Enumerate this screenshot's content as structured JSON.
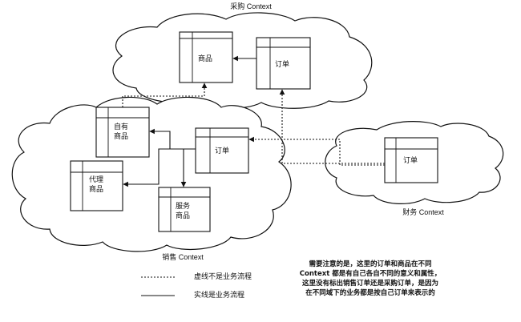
{
  "contexts": {
    "purchase": {
      "label": "采购 Context",
      "items": {
        "product": "商品",
        "order": "订单"
      }
    },
    "sales": {
      "label": "销售 Context",
      "items": {
        "own_product": [
          "自有",
          "商品"
        ],
        "agent_product": [
          "代理",
          "商品"
        ],
        "order": "订单",
        "service_product": [
          "服务",
          "商品"
        ]
      }
    },
    "finance": {
      "label": "财务 Context",
      "items": {
        "order": "订单"
      }
    }
  },
  "legend": {
    "dashed": "虚线不是业务流程",
    "solid": "实线是业务流程"
  },
  "note": {
    "lines": [
      "需要注意的是，这里的订单和商品在不同",
      "Context 都是有自己各自不同的意义和属性，",
      "这里没有标出销售订单还是采购订单，是因为",
      "在不同域下的业务都是按自己订单来表示的"
    ]
  }
}
